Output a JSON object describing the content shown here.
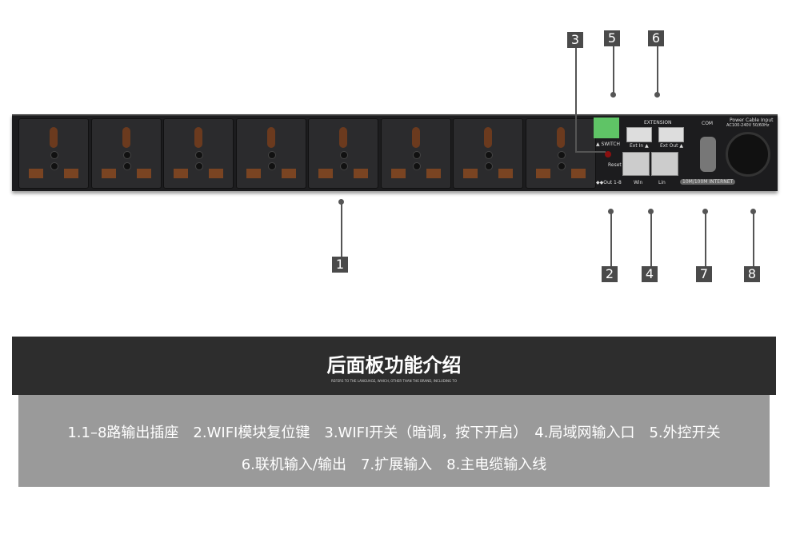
{
  "callouts": [
    "1",
    "2",
    "3",
    "4",
    "5",
    "6",
    "7",
    "8"
  ],
  "panel_labels": {
    "extension": "EXTENSION",
    "switch": "▲ SWITCH",
    "ext_in": "Ext In ▲",
    "ext_out": "Ext Out ▲",
    "com": "COM",
    "power": "Power Cable Input",
    "power_spec": "AC100-240V 50/60Hz",
    "reset": "Reset",
    "out": "◆◆Out 1-8",
    "win": "Win",
    "lin": "Lin",
    "internet": "10M/100M INTERNET"
  },
  "banner": {
    "title": "后面板功能介绍",
    "subtitle": "REFERS TO THE LANGUAGE, WHICH, OTHER THAN THE BRAND, INCLUDING TO"
  },
  "features": {
    "line1": "1.1–8路输出插座　2.WIFI模块复位键　3.WIFI开关（暗调，按下开启）　4.局域网输入口　5.外控开关",
    "line2": "6.联机输入/输出　7.扩展输入　8.主电缆输入线"
  }
}
